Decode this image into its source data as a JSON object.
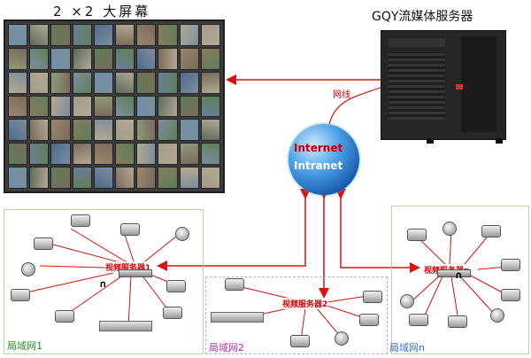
{
  "videowall": {
    "title": "2 ×2 大屏幕"
  },
  "server": {
    "title": "GQY流媒体服务器"
  },
  "network": {
    "line_label": "网线",
    "internet_label": "Internet",
    "intranet_label": "Intranet"
  },
  "lans": [
    {
      "label": "局域网1",
      "video_server": "视频服务器1",
      "color": "#2a8c2a"
    },
    {
      "label": "局域网2",
      "video_server": "视频服务器2",
      "color": "#b0309f"
    },
    {
      "label": "局域网n",
      "video_server": "视频服务器n",
      "color": "#3a6fc9"
    }
  ],
  "colors": {
    "link": "#dd1111",
    "wall_frame": "#3d3d3d"
  }
}
